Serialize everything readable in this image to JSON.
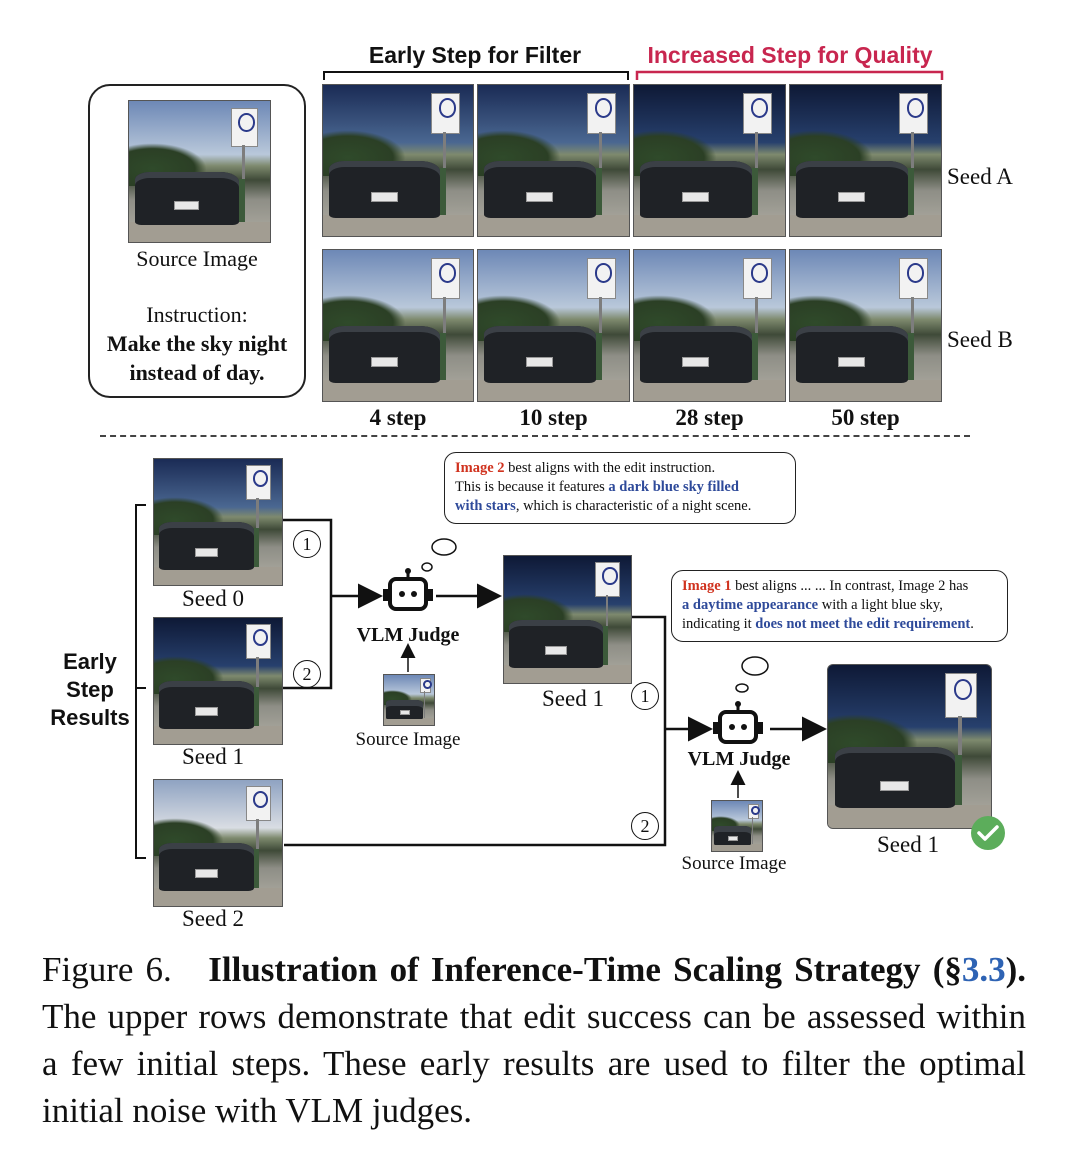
{
  "top": {
    "header_early": "Early Step for Filter",
    "header_increased": "Increased Step for Quality",
    "source_label": "Source Image",
    "instruction_label": "Instruction:",
    "instruction_text_line1": "Make the sky night",
    "instruction_text_line2": "instead of day.",
    "row_labels": [
      "Seed A",
      "Seed B"
    ],
    "step_labels": [
      "4 step",
      "10 step",
      "28 step",
      "50 step"
    ]
  },
  "bottom": {
    "early_label_line1": "Early",
    "early_label_line2": "Step",
    "early_label_line3": "Results",
    "seed_labels": [
      "Seed 0",
      "Seed 1",
      "Seed 2"
    ],
    "circle_1": "1",
    "circle_2": "2",
    "judge_label": "VLM Judge",
    "source_label": "Source Image",
    "winner1_label": "Seed 1",
    "final_label": "Seed 1",
    "bubble1": {
      "lead": "Image 2",
      "text1": " best aligns with the edit instruction.",
      "text2": "This is because it features ",
      "highlight1": "a dark blue sky filled",
      "highlight2": "with stars",
      "text3": ", which is characteristic of a night scene."
    },
    "bubble2": {
      "lead": "Image 1",
      "text1": " best aligns ... ... In contrast, Image 2 has",
      "highlight1": "a daytime appearance",
      "text2": " with a light blue sky,",
      "text3": "indicating it ",
      "highlight2": "does not meet the edit requirement",
      "text4": "."
    }
  },
  "caption": {
    "prefix": "Figure 6.",
    "title": "Illustration of Inference-Time Scaling Strategy",
    "ref_open": "(§",
    "ref_num": "3.3",
    "ref_close": ").",
    "body": " The upper rows demonstrate that edit success can be assessed within a few initial steps. These early results are used to filter the optimal initial noise with VLM judges."
  },
  "colors": {
    "accent_red": "#c8264f",
    "judge_red": "#d0321e",
    "judge_blue": "#2e4a9a",
    "ref_blue": "#2e63b4",
    "check_green": "#5cad5b"
  }
}
